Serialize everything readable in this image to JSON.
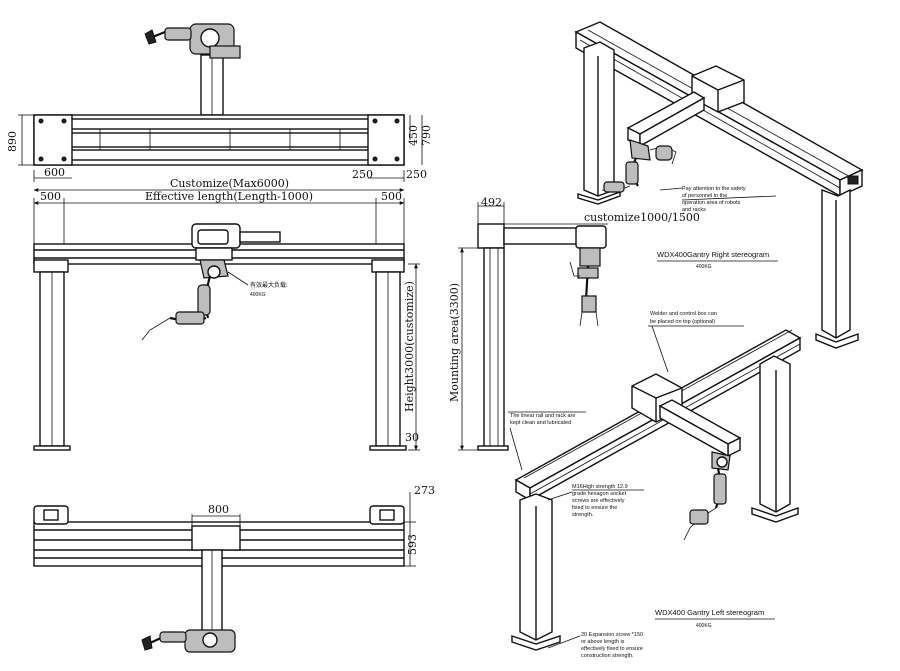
{
  "front_top_view": {
    "dim_height": "890",
    "dim_left_plate": "600",
    "dim_right_plate": "250",
    "dim_right_end": "250",
    "dim_beam": "450",
    "dim_total": "790",
    "span": "Customize(Max6000)"
  },
  "front_view": {
    "dim_left": "500",
    "dim_right": "500",
    "effective_length": "Effective length(Length-1000)",
    "height": "Height3000(customize)",
    "dim_base": "30",
    "load_note_cn": "有效最大负载:",
    "load_note_kg": "400KG"
  },
  "side_view": {
    "dim_top": "492",
    "reach": "customize1000/1500",
    "mounting_area": "Mounting area(3300)"
  },
  "plan_view": {
    "dim_carriage": "800",
    "dim_top": "273",
    "dim_depth": "593"
  },
  "right_stereogram": {
    "title": "WDX400Gantry Right stereogram",
    "subtitle": "400KG",
    "safety_note": [
      "Pay attention to the safety",
      "of personnel in the",
      "operation area of robots",
      "and racks"
    ],
    "control_box_note": [
      "Welder and control box can",
      "be placed on top (optional)"
    ]
  },
  "left_stereogram": {
    "title": "WDX400 Gantry Left stereogram",
    "subtitle": "400KG",
    "rail_note": [
      "The linear rail and rack are",
      "kept clean and lubricated"
    ],
    "screw_note": [
      "M16High strength 12.9",
      "grade hexagon socket",
      "screws are effectively",
      "fixed to ensure the",
      "strength."
    ],
    "expansion_note": [
      "20 Expansion screw *150",
      "or above length is",
      "effectively fixed to ensure",
      "construction strength."
    ]
  }
}
